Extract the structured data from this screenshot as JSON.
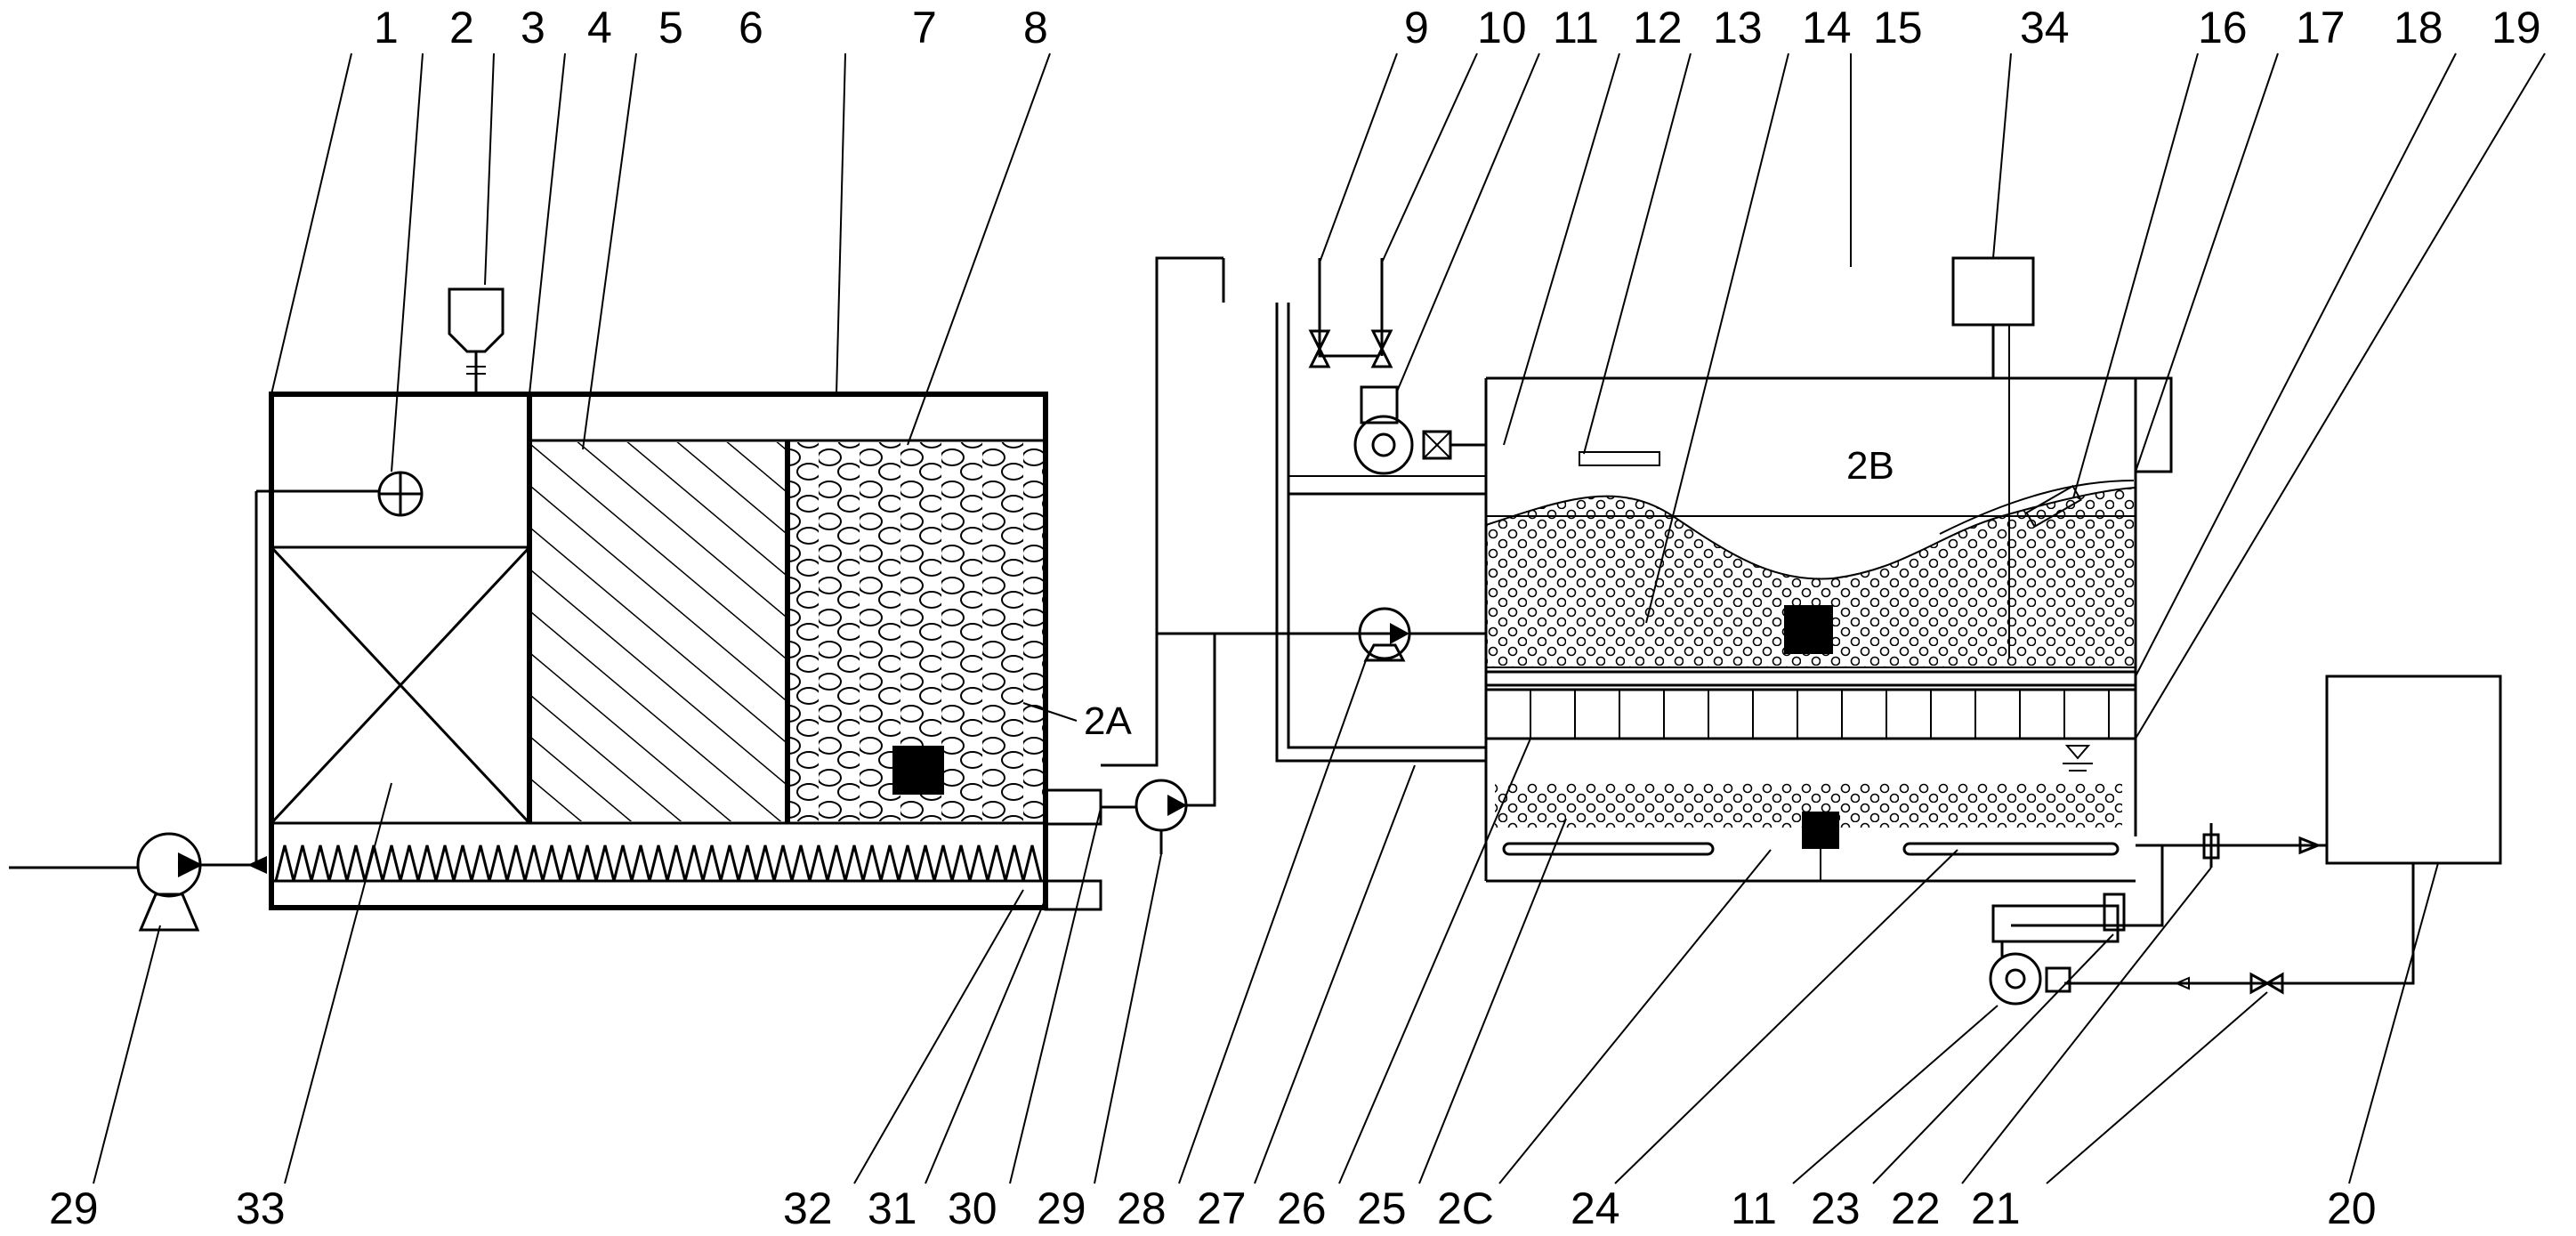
{
  "diagram": {
    "top_labels": [
      "1",
      "2",
      "3",
      "4",
      "5",
      "6",
      "7",
      "8",
      "9",
      "10",
      "11",
      "12",
      "13",
      "14",
      "15",
      "34",
      "16",
      "17",
      "18",
      "19"
    ],
    "bottom_labels": [
      "29",
      "33",
      "32",
      "31",
      "30",
      "29",
      "28",
      "27",
      "26",
      "25",
      "2C",
      "24",
      "11",
      "23",
      "22",
      "21",
      "20"
    ],
    "markers": {
      "a": "2A",
      "b": "2B"
    }
  }
}
